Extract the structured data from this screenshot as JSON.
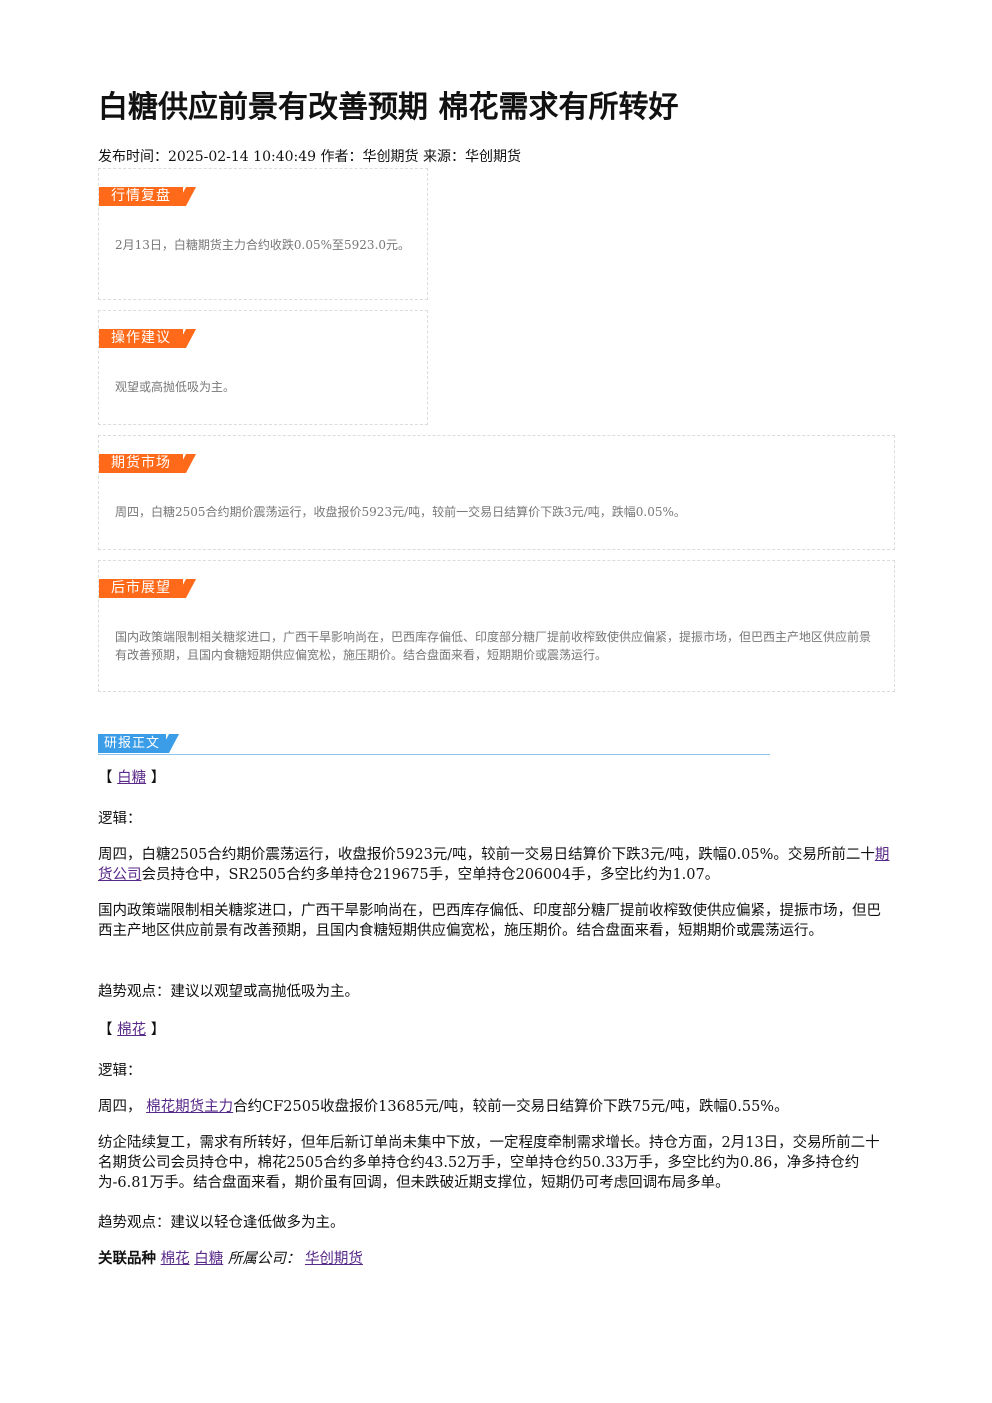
{
  "article": {
    "title": "白糖供应前景有改善预期 棉花需求有所转好",
    "meta": "发布时间：2025-02-14 10:40:49 作者：华创期货 来源：华创期货"
  },
  "cards": [
    {
      "tag": "行情复盘",
      "text": "2月13日，白糖期货主力合约收跌0.05%至5923.0元。"
    },
    {
      "tag": "操作建议",
      "text": "观望或高抛低吸为主。"
    },
    {
      "tag": "期货市场",
      "text": "周四，白糖2505合约期价震荡运行，收盘报价5923元/吨，较前一交易日结算价下跌3元/吨，跌幅0.05%。"
    },
    {
      "tag": "后市展望",
      "text": "国内政策端限制相关糖浆进口，广西干旱影响尚在，巴西库存偏低、印度部分糖厂提前收榨致使供应偏紧，提振市场，但巴西主产地区供应前景有改善预期，且国内食糖短期供应偏宽松，施压期价。结合盘面来看，短期期价或震荡运行。"
    }
  ],
  "report": {
    "section_tag": "研报正文",
    "sugar": {
      "bracket_open": "【",
      "bracket_close": "】",
      "name_link": "白糖",
      "logic_label": "逻辑：",
      "p1_a": "周四，白糖2505合约期价震荡运行，收盘报价5923元/吨，较前一交易日结算价下跌3元/吨，跌幅0.05%。交易所前二十",
      "p1_link": "期货公司",
      "p1_b": "会员持仓中，SR2505合约多单持仓219675手，空单持仓206004手，多空比约为1.07。",
      "p2": "国内政策端限制相关糖浆进口，广西干旱影响尚在，巴西库存偏低、印度部分糖厂提前收榨致使供应偏紧，提振市场，但巴西主产地区供应前景有改善预期，且国内食糖短期供应偏宽松，施压期价。结合盘面来看，短期期价或震荡运行。",
      "trend": "趋势观点：建议以观望或高抛低吸为主。"
    },
    "cotton": {
      "bracket_open": "【",
      "bracket_close": "】",
      "name_link": "棉花",
      "logic_label": "逻辑：",
      "p1_a": "周四，",
      "p1_link": "棉花期货主力",
      "p1_b": "合约CF2505收盘报价13685元/吨，较前一交易日结算价下跌75元/吨，跌幅0.55%。",
      "p2": "纺企陆续复工，需求有所转好，但年后新订单尚未集中下放，一定程度牵制需求增长。持仓方面，2月13日，交易所前二十名期货公司会员持仓中，棉花2505合约多单持仓约43.52万手，空单持仓约50.33万手，多空比约为0.86，净多持仓约为-6.81万手。结合盘面来看，期价虽有回调，但未跌破近期支撑位，短期仍可考虑回调布局多单。",
      "trend": "趋势观点：建议以轻仓逢低做多为主。"
    },
    "footer": {
      "related_label": "关联品种",
      "related_1": "棉花",
      "related_2": "白糖",
      "company_label": "所属公司：",
      "company": "华创期货"
    }
  }
}
